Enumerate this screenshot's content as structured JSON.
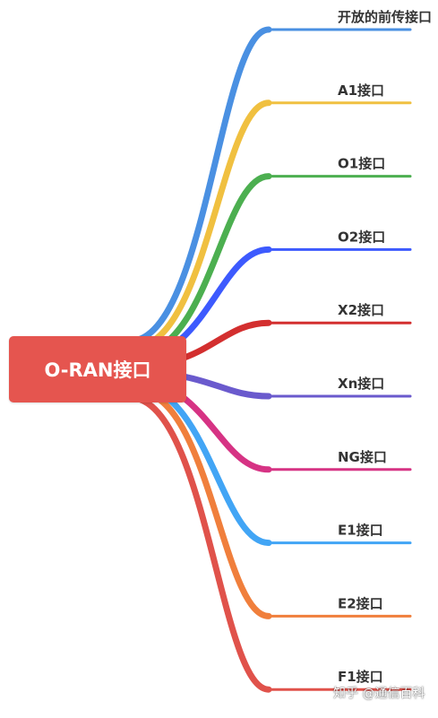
{
  "root": {
    "label": "O-RAN接口",
    "color": "#e5554f"
  },
  "branches": [
    {
      "label": "开放的前传接口",
      "color": "#4a90e2"
    },
    {
      "label": "A1接口",
      "color": "#f0c040"
    },
    {
      "label": "O1接口",
      "color": "#4caf50"
    },
    {
      "label": "O2接口",
      "color": "#3d5afe"
    },
    {
      "label": "X2接口",
      "color": "#d32f2f"
    },
    {
      "label": "Xn接口",
      "color": "#6a5acd"
    },
    {
      "label": "NG接口",
      "color": "#d63384"
    },
    {
      "label": "E1接口",
      "color": "#42a5f5"
    },
    {
      "label": "E2接口",
      "color": "#f07f3c"
    },
    {
      "label": "F1接口",
      "color": "#e0524b"
    }
  ],
  "watermark": "知乎 @通信百科"
}
